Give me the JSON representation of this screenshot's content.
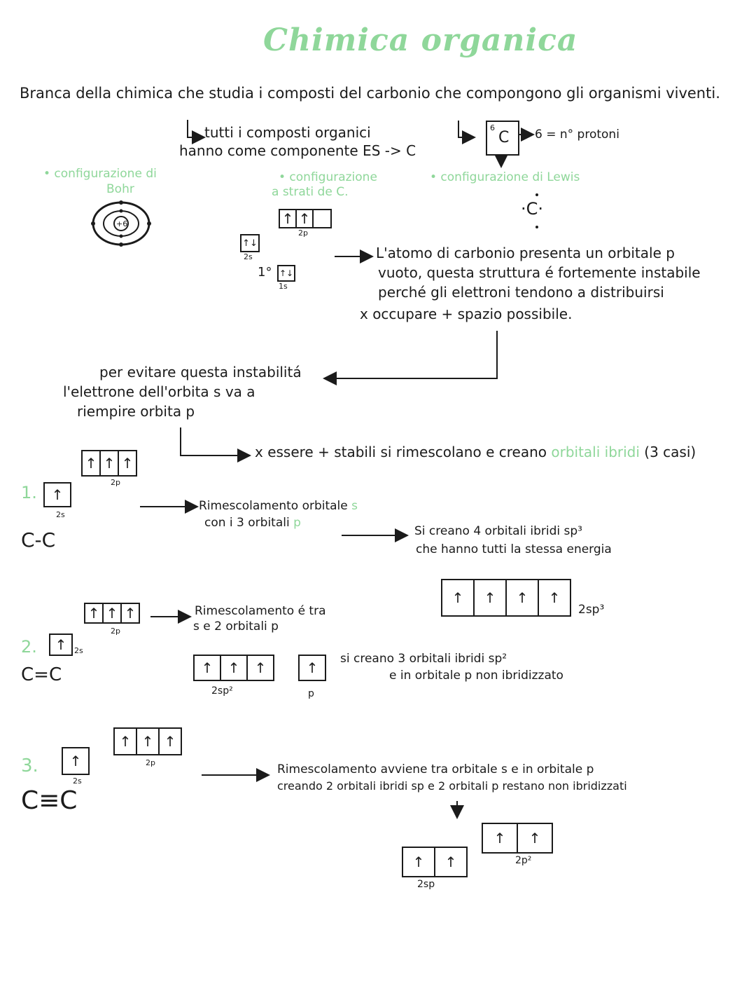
{
  "title": "Chimica organica",
  "intro": "Branca della chimica che studia i composti del carbonio che compongono gli organismi viventi.",
  "note_composti_1": "tutti i composti organici",
  "note_composti_2": "hanno come componente ES -> C",
  "carbon_symbol": "C",
  "carbon_number": "6",
  "carbon_protons": "6 = n° protoni",
  "config_bohr_1": "• configurazione di",
  "config_bohr_2": "Bohr",
  "bohr_nucleus": "+6",
  "config_strati_1": "• configurazione",
  "config_strati_2": "a strati de C.",
  "config_lewis": "• configurazione di Lewis",
  "lewis_symbol": "·C·",
  "label_2p": "2p",
  "label_2s": "2s",
  "label_1s": "1s",
  "label_1deg": "1°",
  "arrow_up": "↑",
  "arrow_updown": "↑↓",
  "note_vuoto_1": "L'atomo di carbonio presenta un orbitale p",
  "note_vuoto_2": "vuoto, questa struttura é fortemente instabile",
  "note_vuoto_3": "perché gli elettroni tendono a distribuirsi",
  "note_vuoto_4": "x occupare + spazio possibile.",
  "note_evitare_1": "per evitare questa instabilitá",
  "note_evitare_2": "l'elettrone dell'orbita s va a",
  "note_evitare_3": "riempire orbita p",
  "note_stabili": "x essere + stabili si rimescolano e creano",
  "note_stabili_green": "orbitali ibridi",
  "note_stabili_end": "(3 casi)",
  "case1_num": "1.",
  "case1_bond": "C-C",
  "case1_text_1": "Rimescolamento orbitale",
  "case1_text_s": "s",
  "case1_text_2": "con i 3 orbitali",
  "case1_text_p": "p",
  "case1_result_1": "Si creano 4 orbitali ibridi sp³",
  "case1_result_2": "che hanno tutti la stessa energia",
  "label_2sp3": "2sp³",
  "case2_num": "2.",
  "case2_bond": "C=C",
  "case2_text_1": "Rimescolamento é tra",
  "case2_text_2": "s e 2 orbitali p",
  "case2_result_1": "si creano 3 orbitali ibridi sp²",
  "case2_result_2": "e in orbitale p non ibridizzato",
  "label_2sp2": "2sp²",
  "label_p": "p",
  "case3_num": "3.",
  "case3_bond": "C≡C",
  "case3_text_1": "Rimescolamento avviene tra orbitale s e in orbitale p",
  "case3_text_2": "creando 2 orbitali ibridi sp e 2 orbitali p restano non ibridizzati",
  "label_2sp": "2sp",
  "label_2p2": "2p²"
}
